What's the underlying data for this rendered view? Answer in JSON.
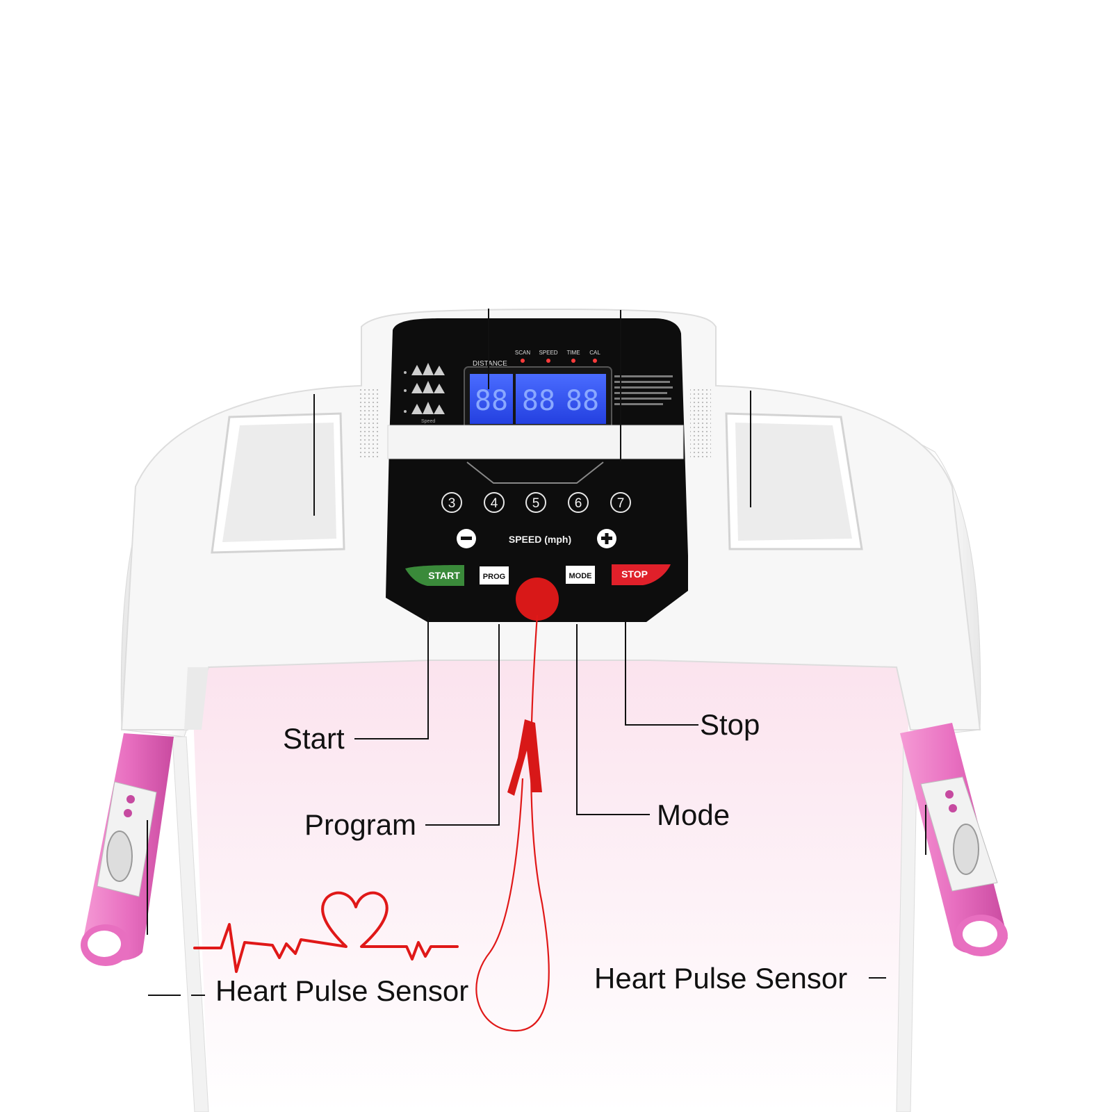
{
  "console": {
    "distance_label": "DISTANCE",
    "indicators": [
      "SCAN",
      "SPEED",
      "TIME",
      "CAL"
    ],
    "readout_left": "88",
    "readout_mid": "88",
    "readout_right": "88",
    "speed_presets": [
      "3",
      "4",
      "5",
      "6",
      "7"
    ],
    "speed_label": "SPEED (mph)",
    "start_button": "START",
    "prog_button": "PROG",
    "mode_button": "MODE",
    "stop_button": "STOP",
    "profile_caption": "Speed"
  },
  "callouts": {
    "start": "Start",
    "program": "Program",
    "stop": "Stop",
    "mode": "Mode",
    "pulse_left": "Heart Pulse Sensor",
    "pulse_right": "Heart Pulse Sensor"
  },
  "colors": {
    "grip_pink": "#e86fc0",
    "lcd_blue": "#2f55ff",
    "start_green": "#3a8a3a",
    "stop_red": "#e0202a",
    "safety_key_red": "#d81818",
    "heart_red": "#e01818"
  }
}
